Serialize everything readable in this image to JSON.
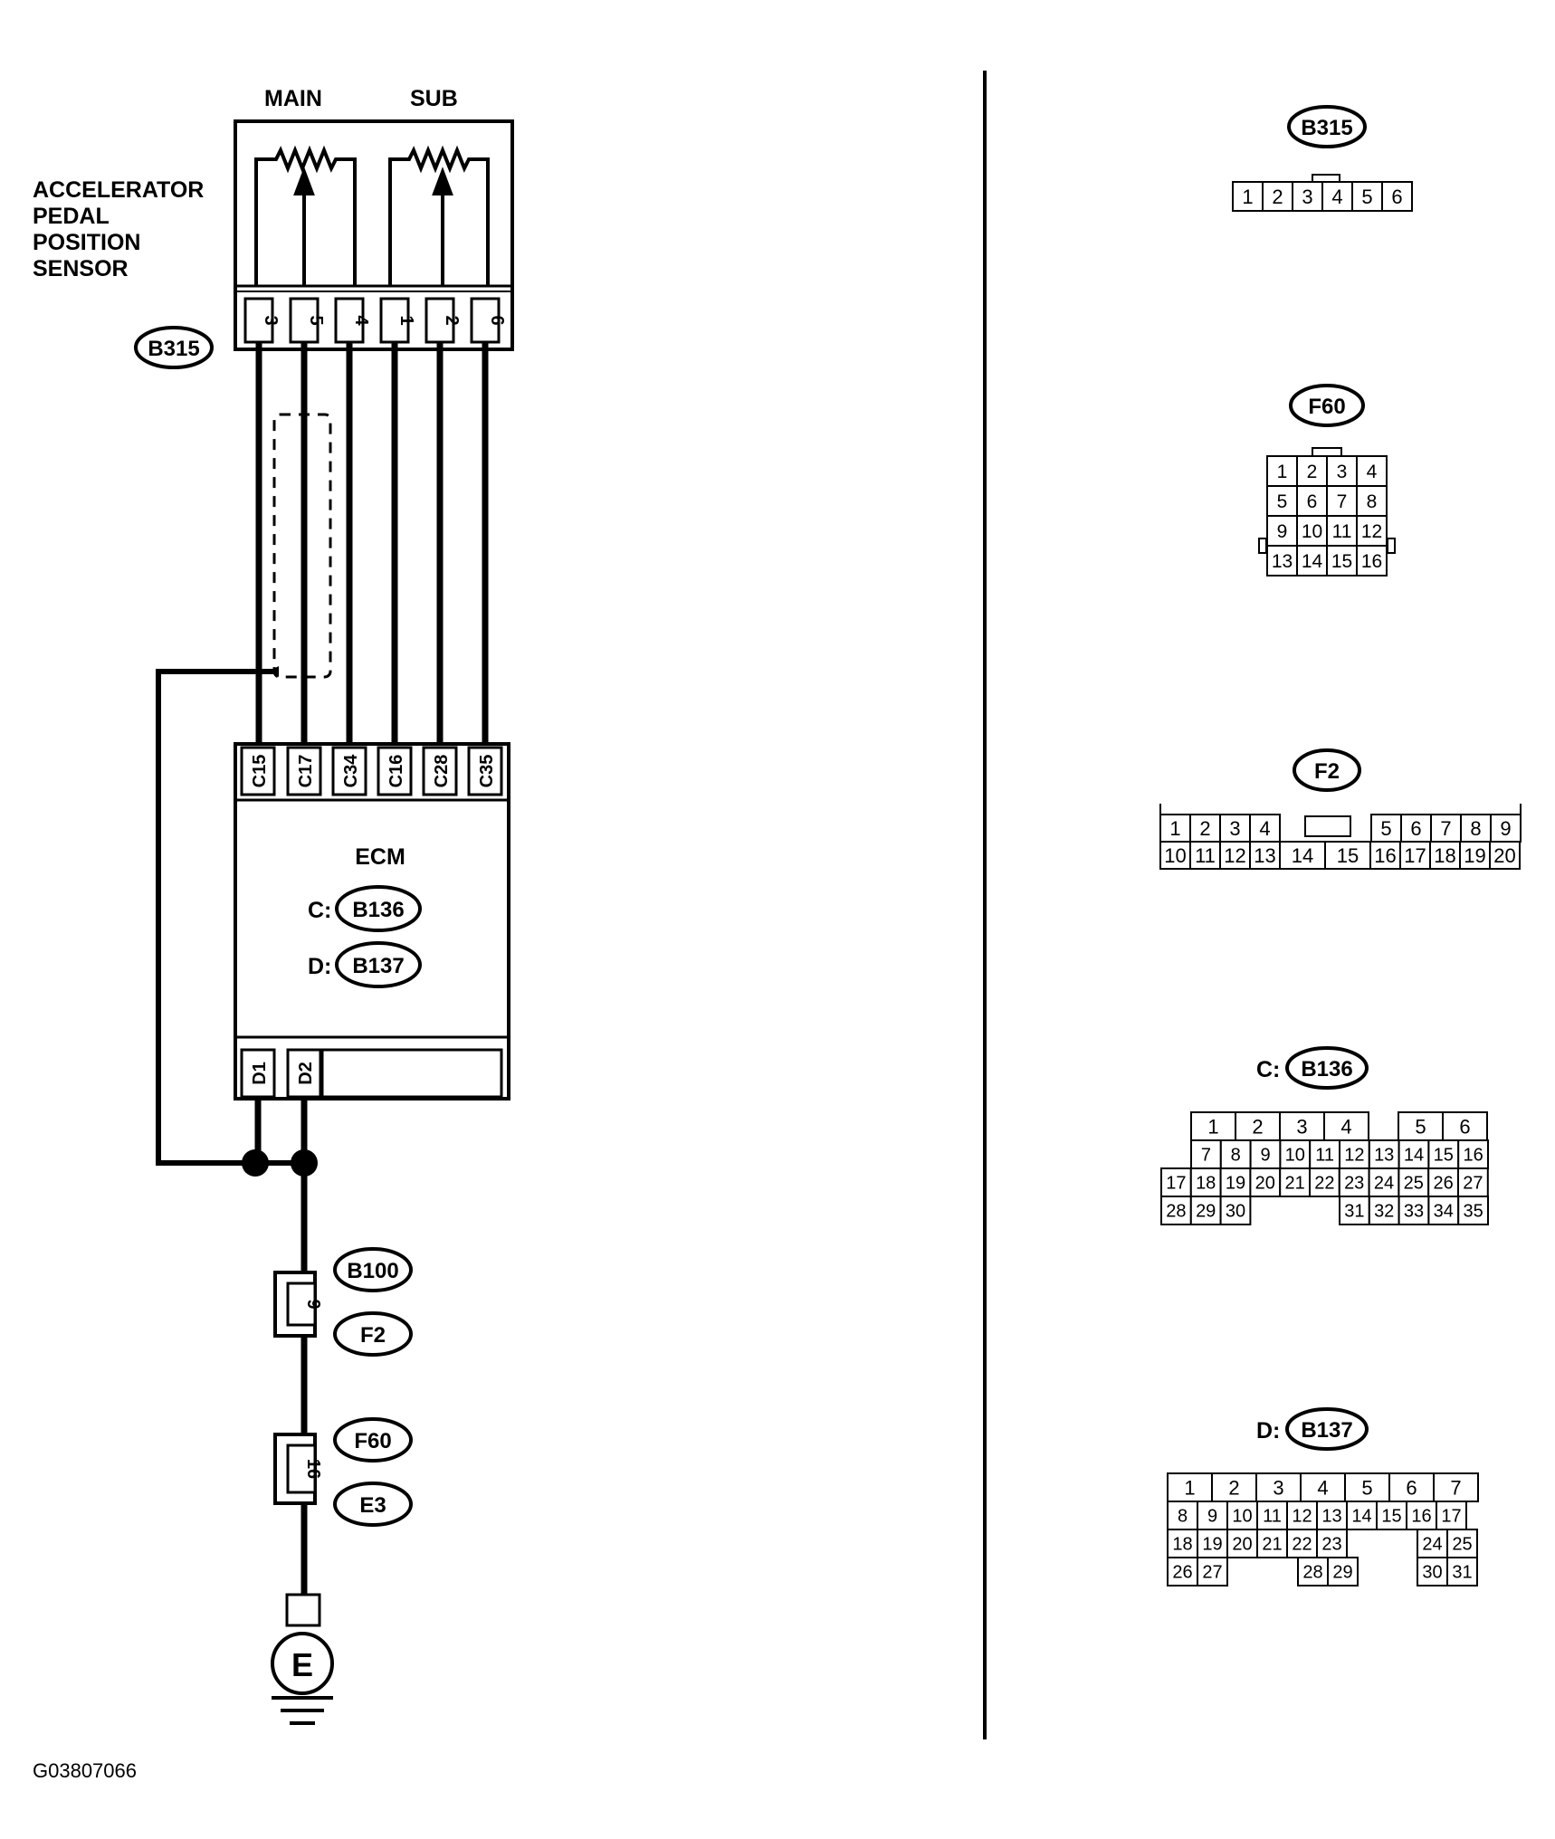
{
  "sensor": {
    "name_lines": [
      "ACCELERATOR",
      "PEDAL",
      "POSITION",
      "SENSOR"
    ],
    "main_label": "MAIN",
    "sub_label": "SUB",
    "connector": "B315",
    "pins": [
      "3",
      "5",
      "4",
      "1",
      "2",
      "6"
    ]
  },
  "ecm": {
    "label": "ECM",
    "c_prefix": "C:",
    "c_connector": "B136",
    "d_prefix": "D:",
    "d_connector": "B137",
    "c_pins": [
      "C15",
      "C17",
      "C34",
      "C16",
      "C28",
      "C35"
    ],
    "d_pins": [
      "D1",
      "D2"
    ]
  },
  "ground_path": {
    "joint1": {
      "pin": "9",
      "upper": "B100",
      "lower": "F2"
    },
    "joint2": {
      "pin": "16",
      "upper": "F60",
      "lower": "E3"
    },
    "ground_symbol": "E"
  },
  "figure_id": "G03807066",
  "connector_views": {
    "b315": {
      "title": "B315",
      "cells": [
        "1",
        "2",
        "3",
        "4",
        "5",
        "6"
      ]
    },
    "f60": {
      "title": "F60",
      "rows": [
        [
          "1",
          "2",
          "3",
          "4"
        ],
        [
          "5",
          "6",
          "7",
          "8"
        ],
        [
          "9",
          "10",
          "11",
          "12"
        ],
        [
          "13",
          "14",
          "15",
          "16"
        ]
      ]
    },
    "f2": {
      "title": "F2",
      "row1_left": [
        "1",
        "2",
        "3",
        "4"
      ],
      "row1_right": [
        "5",
        "6",
        "7",
        "8",
        "9"
      ],
      "row2": [
        "10",
        "11",
        "12",
        "13",
        "14",
        "15",
        "16",
        "17",
        "18",
        "19",
        "20"
      ]
    },
    "b136": {
      "prefix": "C:",
      "title": "B136",
      "row1_left": [
        "1",
        "2",
        "3",
        "4"
      ],
      "row1_right": [
        "5",
        "6"
      ],
      "row2": [
        "7",
        "8",
        "9",
        "10",
        "11",
        "12",
        "13",
        "14",
        "15",
        "16"
      ],
      "row3": [
        "17",
        "18",
        "19",
        "20",
        "21",
        "22",
        "23",
        "24",
        "25",
        "26",
        "27"
      ],
      "row4_left": [
        "28",
        "29",
        "30"
      ],
      "row4_right": [
        "31",
        "32",
        "33",
        "34",
        "35"
      ]
    },
    "b137": {
      "prefix": "D:",
      "title": "B137",
      "row1": [
        "1",
        "2",
        "3",
        "4",
        "5",
        "6",
        "7"
      ],
      "row2": [
        "8",
        "9",
        "10",
        "11",
        "12",
        "13",
        "14",
        "15",
        "16",
        "17"
      ],
      "row3_left": [
        "18",
        "19",
        "20",
        "21",
        "22",
        "23"
      ],
      "row3_right": [
        "24",
        "25"
      ],
      "row4_a": [
        "26",
        "27"
      ],
      "row4_b": [
        "28",
        "29"
      ],
      "row4_c": [
        "30",
        "31"
      ]
    }
  }
}
